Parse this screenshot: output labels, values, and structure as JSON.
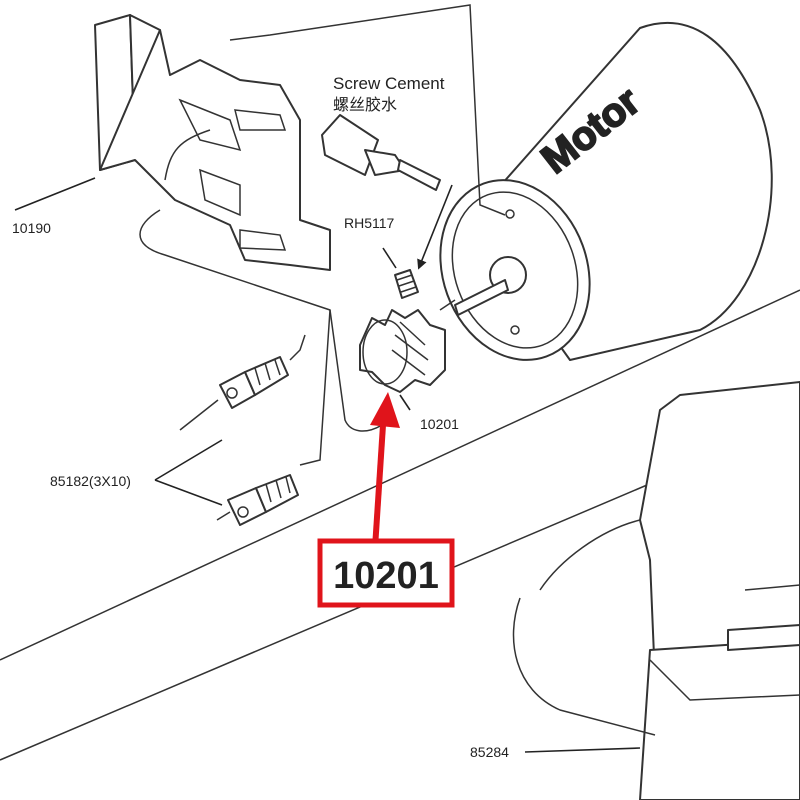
{
  "labels": {
    "mount_part_no": "10190",
    "screw_cement_en": "Screw Cement",
    "screw_cement_cn": "螺丝胶水",
    "set_screw_part_no": "RH5117",
    "pinion_part_no": "10201",
    "screws_part_no": "85182(3X10)",
    "chassis_part_no": "85284",
    "motor_text": "Motor"
  },
  "callout": {
    "text": "10201",
    "color": "#e0141b"
  }
}
